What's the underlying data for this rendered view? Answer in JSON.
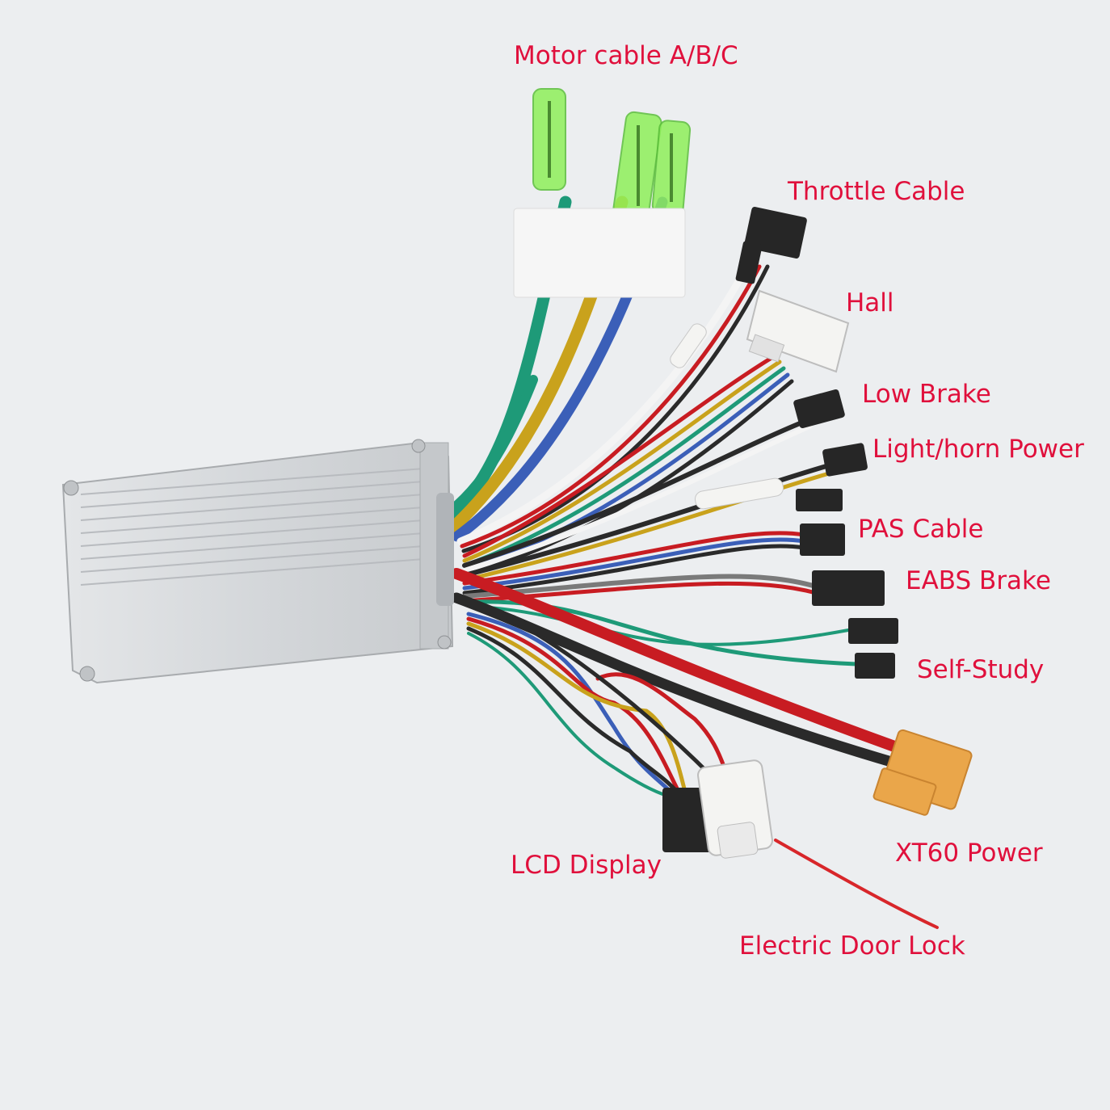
{
  "colors": {
    "label": "#e0103c",
    "background": "#eceef0",
    "housing": "#d7dadd",
    "wire_green": "#1e9a78",
    "wire_yellow": "#c9a21c",
    "wire_blue": "#3b5fb8",
    "wire_red": "#c81c22",
    "wire_black": "#2a2a2a",
    "wire_white": "#f2f2f2",
    "connector_black": "#262626",
    "connector_white": "#f4f4f2",
    "connector_orange": "#eaa64a",
    "motor_sleeve": "#8ff05a"
  },
  "labels": {
    "motor_cable": "Motor cable A/B/C",
    "throttle_cable": "Throttle Cable",
    "hall": "Hall",
    "low_brake": "Low Brake",
    "light_horn_power": "Light/horn Power",
    "pas_cable": "PAS Cable",
    "eabs_brake": "EABS Brake",
    "self_study": "Self-Study",
    "xt60_power": "XT60 Power",
    "lcd_display": "LCD Display",
    "electric_door_lock": "Electric Door Lock"
  }
}
